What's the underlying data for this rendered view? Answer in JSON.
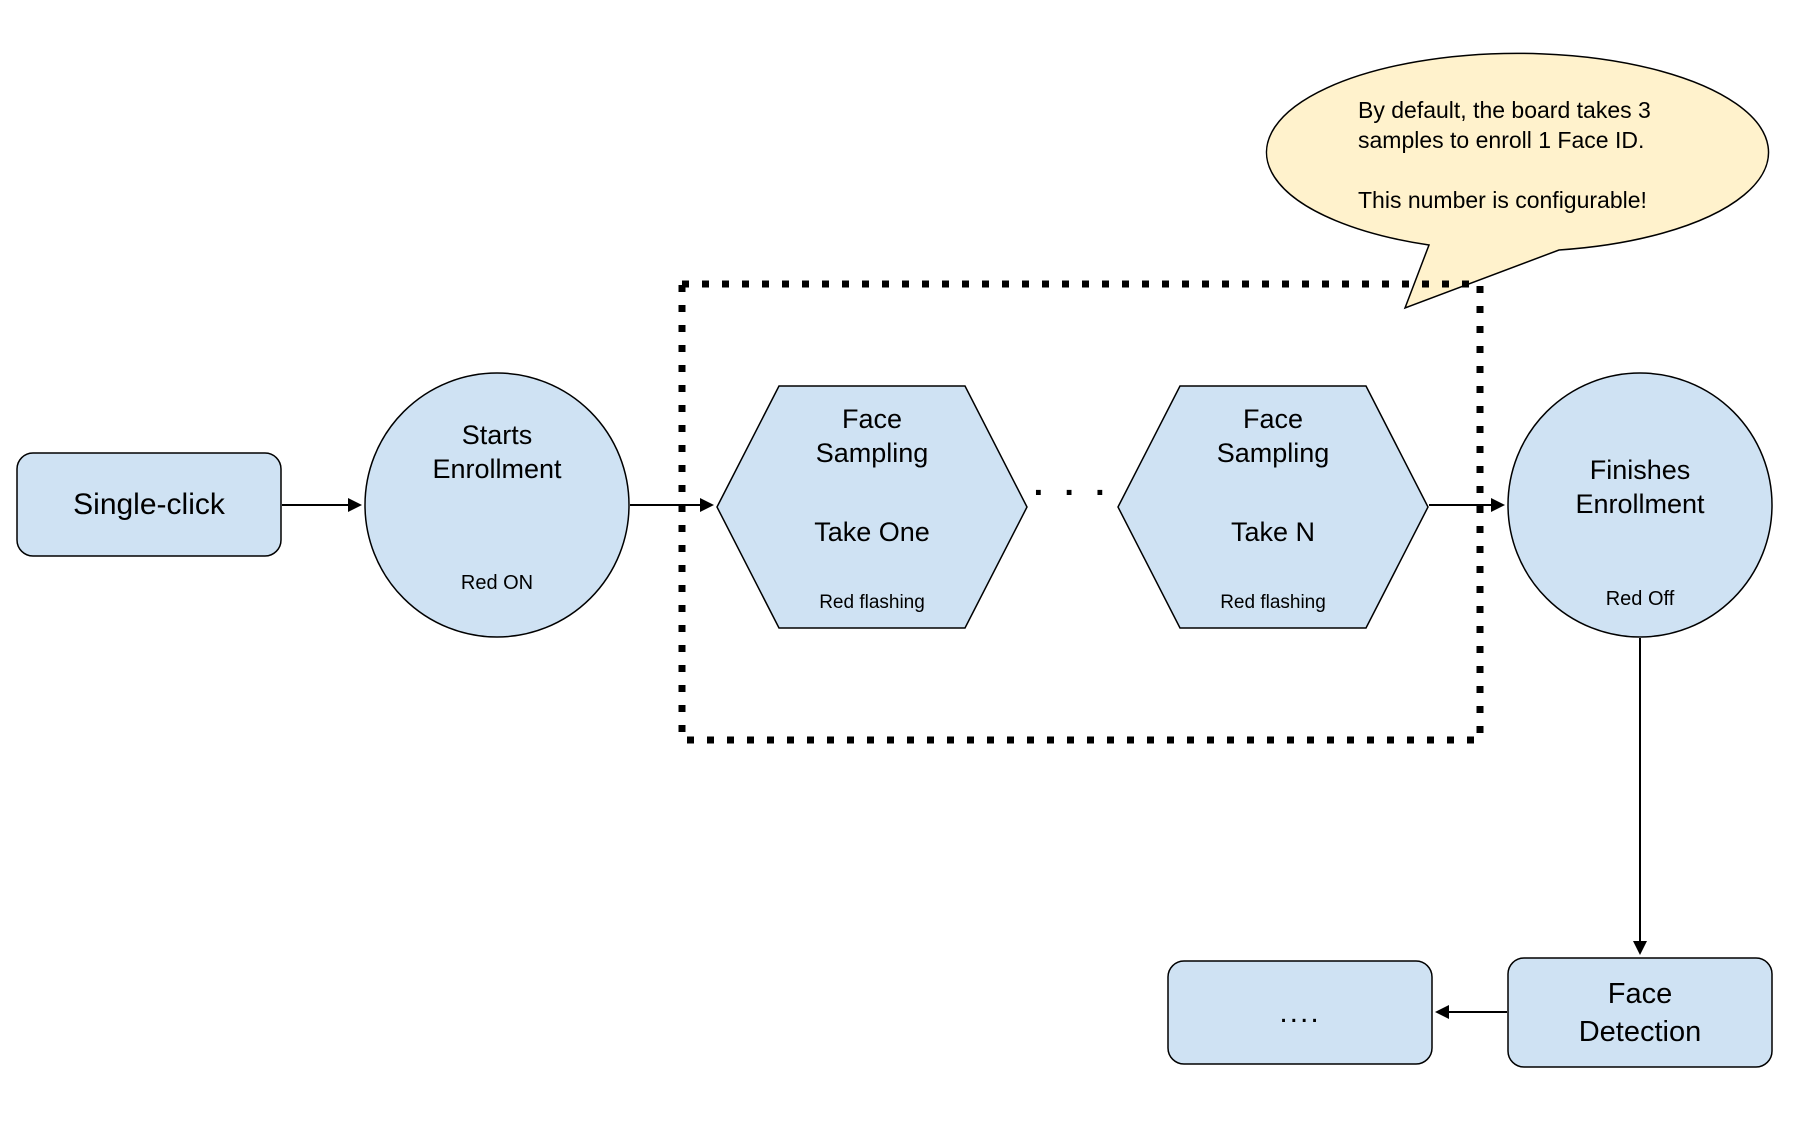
{
  "diagram": {
    "colors": {
      "node_fill": "#cfe2f3",
      "node_stroke": "#000000",
      "callout_fill": "#fff2cc",
      "arrow": "#000000"
    },
    "nodes": {
      "single_click": {
        "label": "Single-click"
      },
      "starts_enrollment": {
        "label": "Starts\nEnrollment",
        "status": "Red ON"
      },
      "face_sampling_take_one": {
        "label": "Face\nSampling",
        "take": "Take One",
        "status": "Red flashing"
      },
      "repetition_dots": {
        "label": "· · ·"
      },
      "face_sampling_take_n": {
        "label": "Face\nSampling",
        "take": "Take N",
        "status": "Red flashing"
      },
      "finishes_enrollment": {
        "label": "Finishes\nEnrollment",
        "status": "Red Off"
      },
      "face_detection": {
        "label": "Face\nDetection"
      },
      "continuation": {
        "label": "...."
      }
    },
    "callout": {
      "text": "By default, the board takes 3\nsamples to enroll 1 Face ID.\n\nThis number is configurable!"
    }
  }
}
